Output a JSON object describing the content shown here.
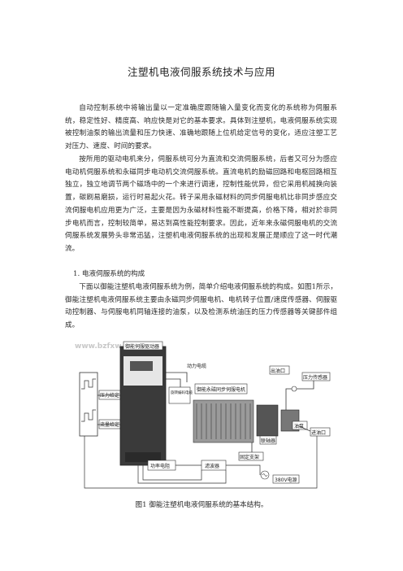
{
  "doc": {
    "title": "注塑机电液伺服系统技术与应用",
    "p1": "自动控制系统中将输出量以一定准确度跟随输入量变化而变化的系统称为伺服系统，稳定性好、精度高、响应快是对它的基本要求。具体到注塑机，电液伺服系统实现被控制油泵的输出流量和压力快速、准确地跟随上位机给定信号的变化，适应注塑工艺对压力、速度、时间的要求。",
    "p2": "按所用的驱动电机来分，伺服系统可分为直流和交流伺服系统，后者又可分为感应电动机伺服系统和永磁同步电动机交流伺服系统。直流电机的励磁回路和电枢回路相互独立，独立地调节两个磁场中的一个来进行调速，控制性能优异，但它采用机械换向装置，碳刷易磨损，运行时易起火花。转子采用永磁材料的同步伺服电机比非同步感应交流伺服电机应用更为广泛，主要是因为永磁材料性能不断提高，价格下降，相对於非同步电机而言，控制较简单，易达到高性能控制要求。因此，近年来永磁伺服电机的交流伺服系统发展势头非常迅猛，注塑机电液伺服系统的出现和发展正是顺应了这一时代潮流。",
    "section": "1. 电液伺服系统的构成",
    "p3": "下面以御能注塑机电液伺服系统为例，简单介绍电液伺服系统的构成。如图1所示，御能注塑机电液伺服系统主要由永磁同步伺服电机、电机转子位置/速度传感器、伺服驱动控制器、与伺服电机同轴连接的油泵，以及检测系统油压的压力传感器等关键部件组成。",
    "caption": "图1 御能注塑机电液伺服系统的基本结构。"
  },
  "figure": {
    "watermark": "www.bzfxw.com",
    "driver_label": "御能伺服驱动器",
    "pressure_given": "压力给定",
    "flow_given": "流量给定",
    "power_cable": "动力电缆",
    "encoder_cable": "旋转编码电缆",
    "motor_label": "御能永磁同步伺服电机",
    "oil_outlet": "出油口",
    "pressure_sensor": "压力传感器",
    "oil_pump": "油泵",
    "coupling": "联轴器",
    "oil_inlet": "进油口",
    "fixed_bracket": "固定支架",
    "brake_resistor": "功率电阻",
    "filter": "滤波器",
    "power_supply": "380V电源"
  }
}
